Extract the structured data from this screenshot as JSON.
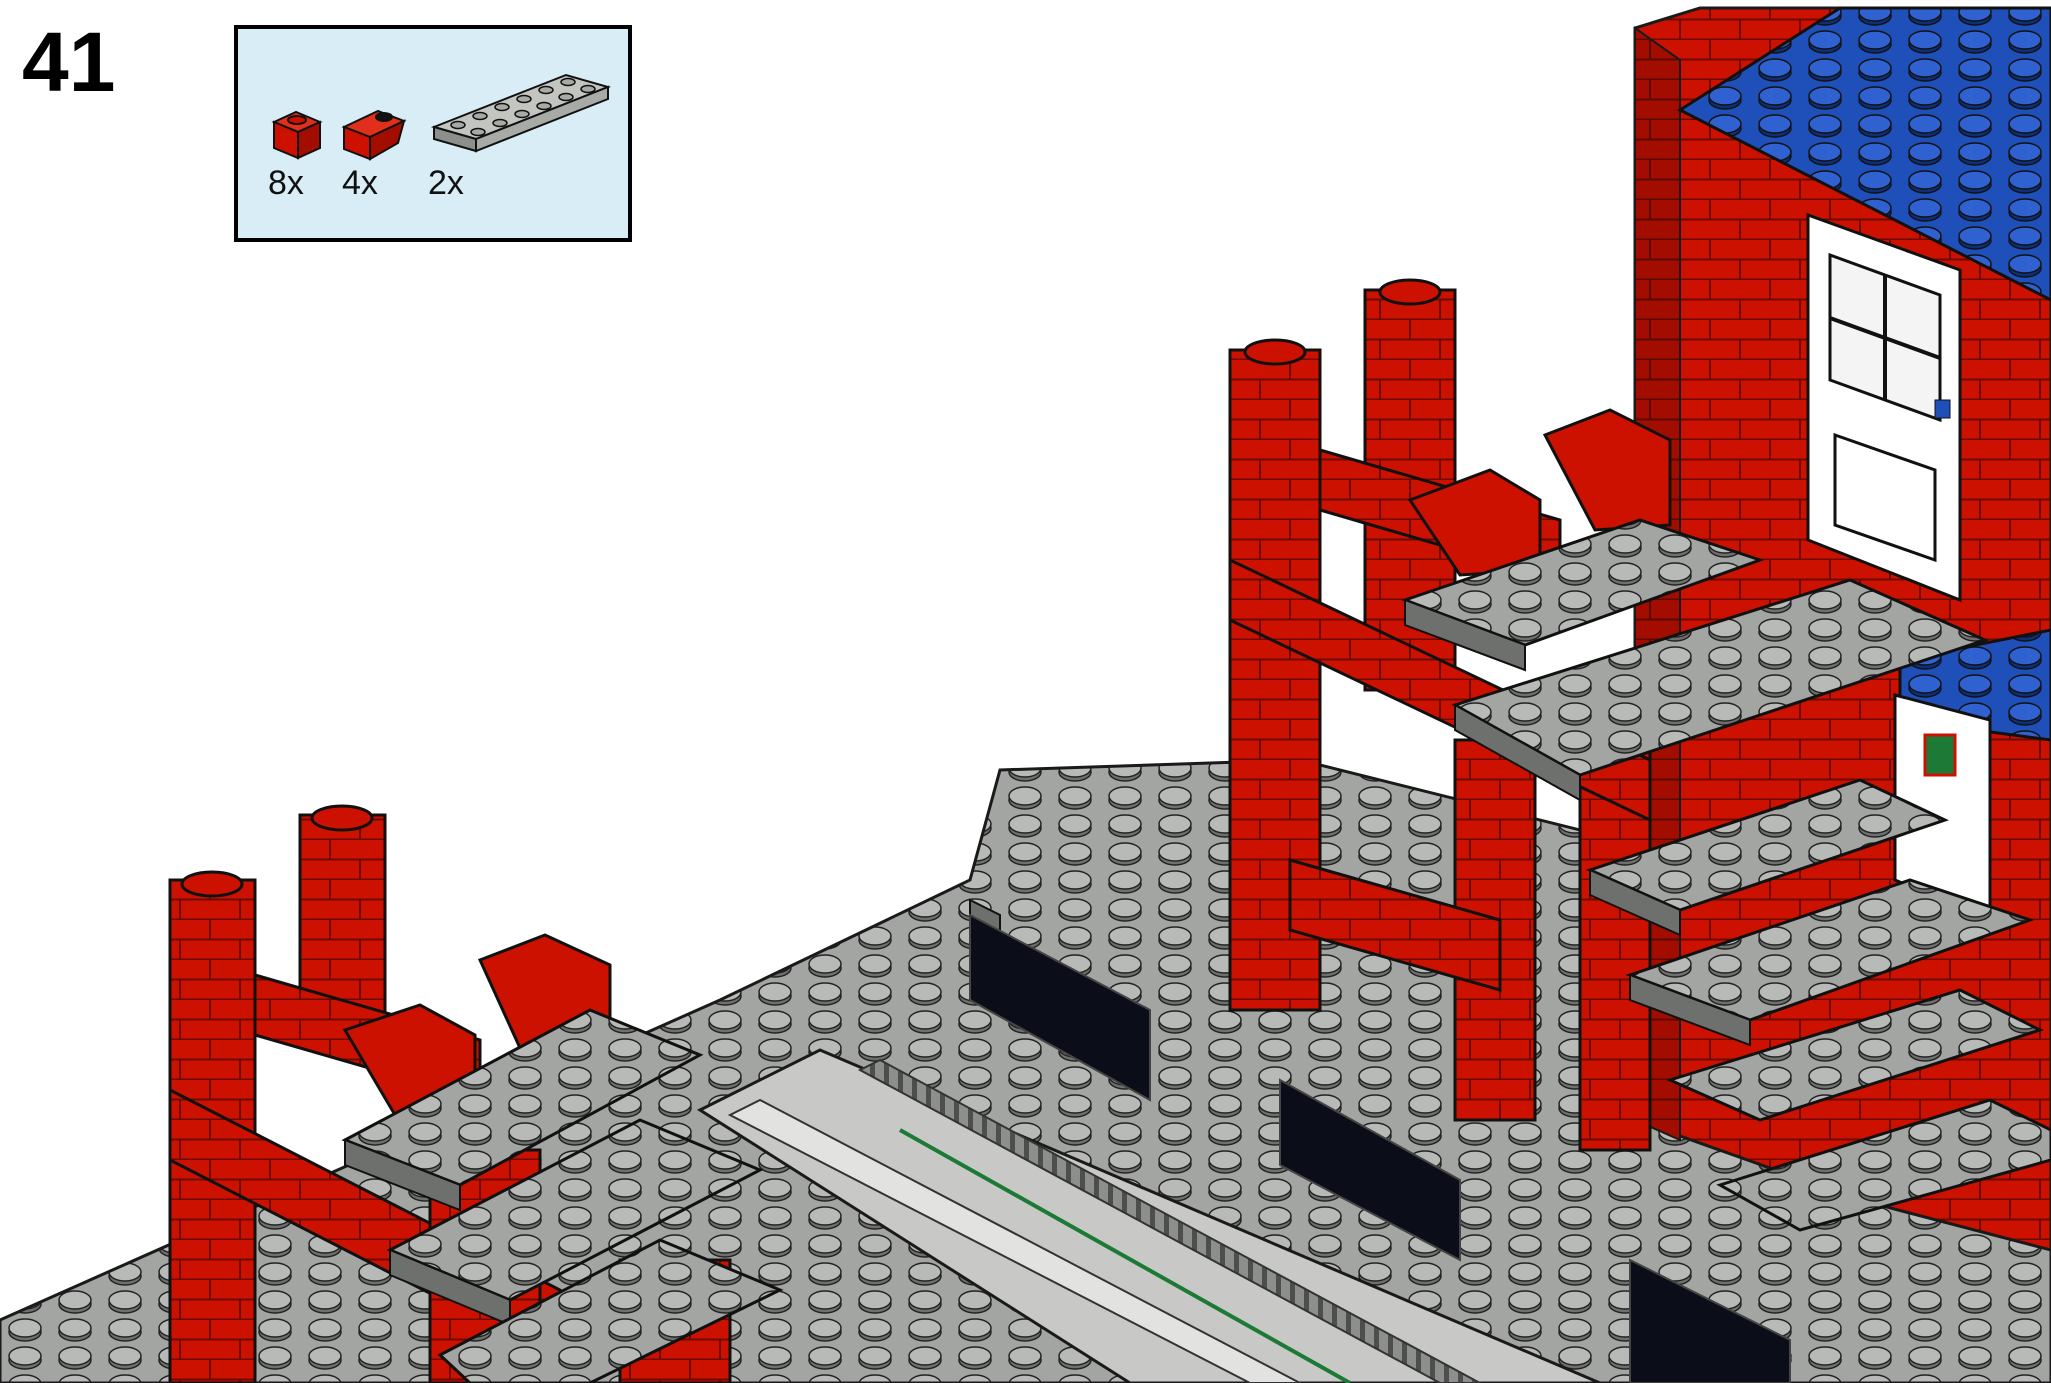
{
  "step": {
    "number": "41"
  },
  "parts_list": {
    "items": [
      {
        "name": "brick-1x1-red",
        "quantity": "8x",
        "color": "#cc1100"
      },
      {
        "name": "slope-inverted-red",
        "quantity": "4x",
        "color": "#cc1100"
      },
      {
        "name": "plate-2x6-light-gray",
        "quantity": "2x",
        "color": "#a8aaa6"
      }
    ],
    "background": "#d9edf7"
  },
  "colors": {
    "red": "#cc1100",
    "gray": "#a3a5a2",
    "blue": "#1f4fb8",
    "white": "#ffffff",
    "black": "#0b0d18",
    "green": "#1d7a36"
  }
}
